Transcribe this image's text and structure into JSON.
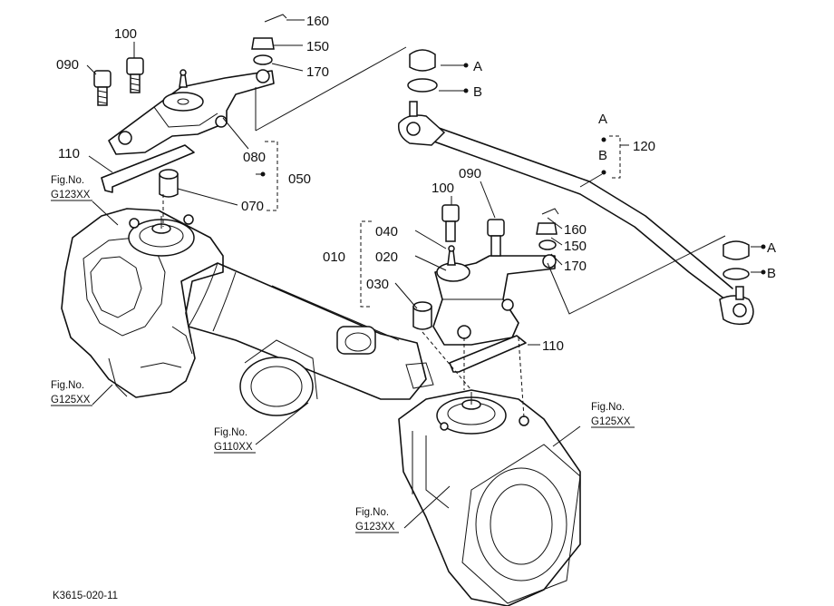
{
  "part_labels": {
    "p160_top": "160",
    "p150_top": "150",
    "p170_top": "170",
    "p100_left": "100",
    "p090_left": "090",
    "p110_left": "110",
    "p080": "080",
    "p050": "050",
    "p070": "070",
    "p120": "120",
    "a_mark_col": "A",
    "b_mark_col": "B",
    "a_top": "A",
    "b_top": "B",
    "a_right": "A",
    "b_right": "B",
    "p100_mid": "100",
    "p090_mid": "090",
    "p160_mid": "160",
    "p150_mid": "150",
    "p170_mid": "170",
    "p040": "040",
    "p020": "020",
    "p030": "030",
    "p010": "010",
    "p110_mid": "110"
  },
  "figure_refs": {
    "g123_top": {
      "line1": "Fig.No.",
      "line2": "G123XX"
    },
    "g125_left": {
      "line1": "Fig.No.",
      "line2": "G125XX"
    },
    "g110": {
      "line1": "Fig.No.",
      "line2": "G110XX"
    },
    "g123_bottom": {
      "line1": "Fig.No.",
      "line2": "G123XX"
    },
    "g125_right": {
      "line1": "Fig.No.",
      "line2": "G125XX"
    }
  },
  "drawing_code": "K3615-020-11"
}
